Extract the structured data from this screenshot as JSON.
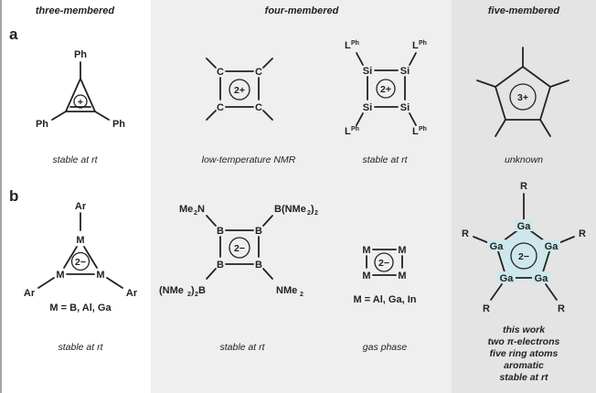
{
  "columns": {
    "three": "three-membered",
    "four": "four-membered",
    "five": "five-membered"
  },
  "panels": {
    "a": "a",
    "b": "b"
  },
  "row_a": {
    "c3_substituent": "Ph",
    "c3_charge": "+",
    "c3_caption": "stable at rt",
    "c4_atom": "C",
    "c4_charge": "2+",
    "c4_caption": "low-temperature NMR",
    "si4_atom": "Si",
    "si4_substituent": "L",
    "si4_substituent_sup": "Ph",
    "si4_charge": "2+",
    "si4_caption": "stable at rt",
    "c5_charge": "3+",
    "c5_caption": "unknown"
  },
  "row_b": {
    "m3_atom": "M",
    "m3_substituent": "Ar",
    "m3_charge": "2−",
    "m3_metals": "M = B, Al, Ga",
    "m3_caption": "stable at rt",
    "b4_atom": "B",
    "b4_charge": "2−",
    "b4_me2n": "Me",
    "b4_me2n_sub": "2",
    "b4_me2n_n": "N",
    "b4_bnme2_pre": "B(NMe",
    "b4_bnme2_sub": "2",
    "b4_bnme2_post": ")",
    "b4_bnme2_sub2": "2",
    "b4_nme2b_pre": "(NMe",
    "b4_nme2b_sub": "2",
    "b4_nme2b_post": ")",
    "b4_nme2b_sub2": "2",
    "b4_nme2b_b": "B",
    "b4_nme2": "NMe",
    "b4_nme2_sub": "2",
    "b4_caption": "stable at rt",
    "m4_atom": "M",
    "m4_charge": "2−",
    "m4_metals": "M = Al, Ga, In",
    "m4_caption": "gas phase",
    "ga5_atom": "Ga",
    "ga5_substituent": "R",
    "ga5_charge": "2−",
    "ga5_caption": [
      "this work",
      "two π-electrons",
      "five ring atoms",
      "aromatic",
      "stable at rt"
    ]
  },
  "colors": {
    "four_bg": "#efefef",
    "five_bg": "#e4e4e4",
    "ring_fill": "#cde7ec",
    "ink": "#222222"
  }
}
